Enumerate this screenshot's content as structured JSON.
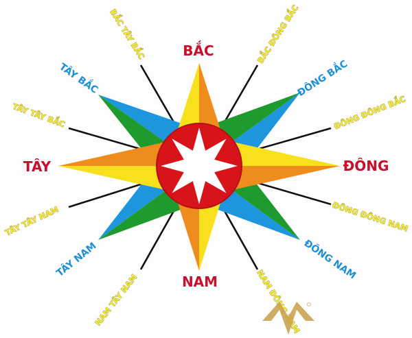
{
  "labels": {
    "north": "BẮC",
    "east": "ĐÔNG",
    "south": "NAM",
    "west": "TÂY",
    "northeast": "ĐÔNG BẮC",
    "northwest": "TÂY BẮC",
    "southeast": "ĐÔNG NAM",
    "southwest": "TÂY NAM",
    "nne": "BẮC ĐÔNG BẮC",
    "ene": "ĐÔNG ĐÔNG BẮC",
    "ese": "ĐÔNG ĐÔNG NAM",
    "sse": "NAM ĐÔNG NAM",
    "ssw": "NAM TÂY NAM",
    "wsw": "TÂY TÂY NAM",
    "wnw": "TÂY TÂY BẮC",
    "nnw": "BẮC TÂY BẮC"
  },
  "colors": {
    "cardinal_label": "#c8102e",
    "intercardinal_label": "#1e8fd5",
    "minor_label": "#f3ea3c",
    "yellow": "#f7e01c",
    "orange": "#ef8c1e",
    "green": "#1f9a2e",
    "blue": "#1e96de",
    "center_circle": "#d7141a"
  }
}
